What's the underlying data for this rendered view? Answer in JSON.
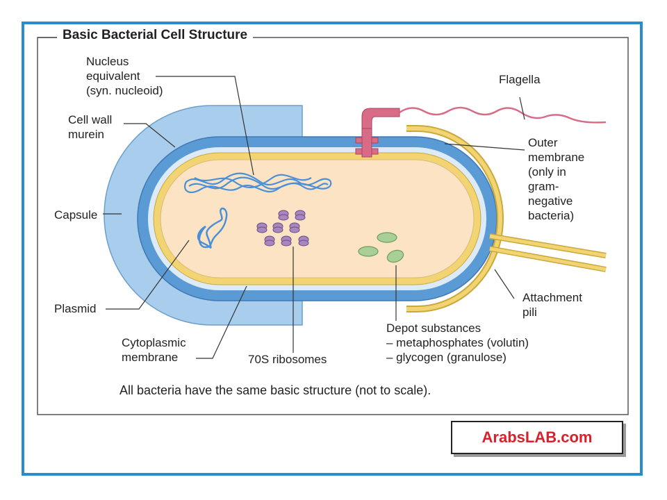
{
  "title": "Basic Bacterial Cell Structure",
  "labels": {
    "nucleus": "Nucleus\nequivalent\n(syn. nucleoid)",
    "cell_wall": "Cell wall\nmurein",
    "capsule": "Capsule",
    "plasmid": "Plasmid",
    "cytoplasmic_membrane": "Cytoplasmic\nmembrane",
    "ribosomes": "70S ribosomes",
    "flagella": "Flagella",
    "outer_membrane": "Outer\nmembrane\n(only in\ngram-\nnegative\nbacteria)",
    "pili": "Attachment\npili",
    "depot": "Depot substances\n– metaphosphates (volutin)\n– glycogen (granulose)"
  },
  "caption": "All bacteria have the same basic structure (not to scale).",
  "watermark": "ArabsLAB.com",
  "colors": {
    "frame": "#2a8ccb",
    "capsule": "#a9cdec",
    "cell_wall": "#5b9bd5",
    "membrane": "#f2d472",
    "cytoplasm": "#fbe3c3",
    "nucleoid": "#4a90d9",
    "ribosome": "#a887be",
    "granule": "#a8cf95",
    "flagella": "#d96b86",
    "watermark": "#d8212a"
  }
}
